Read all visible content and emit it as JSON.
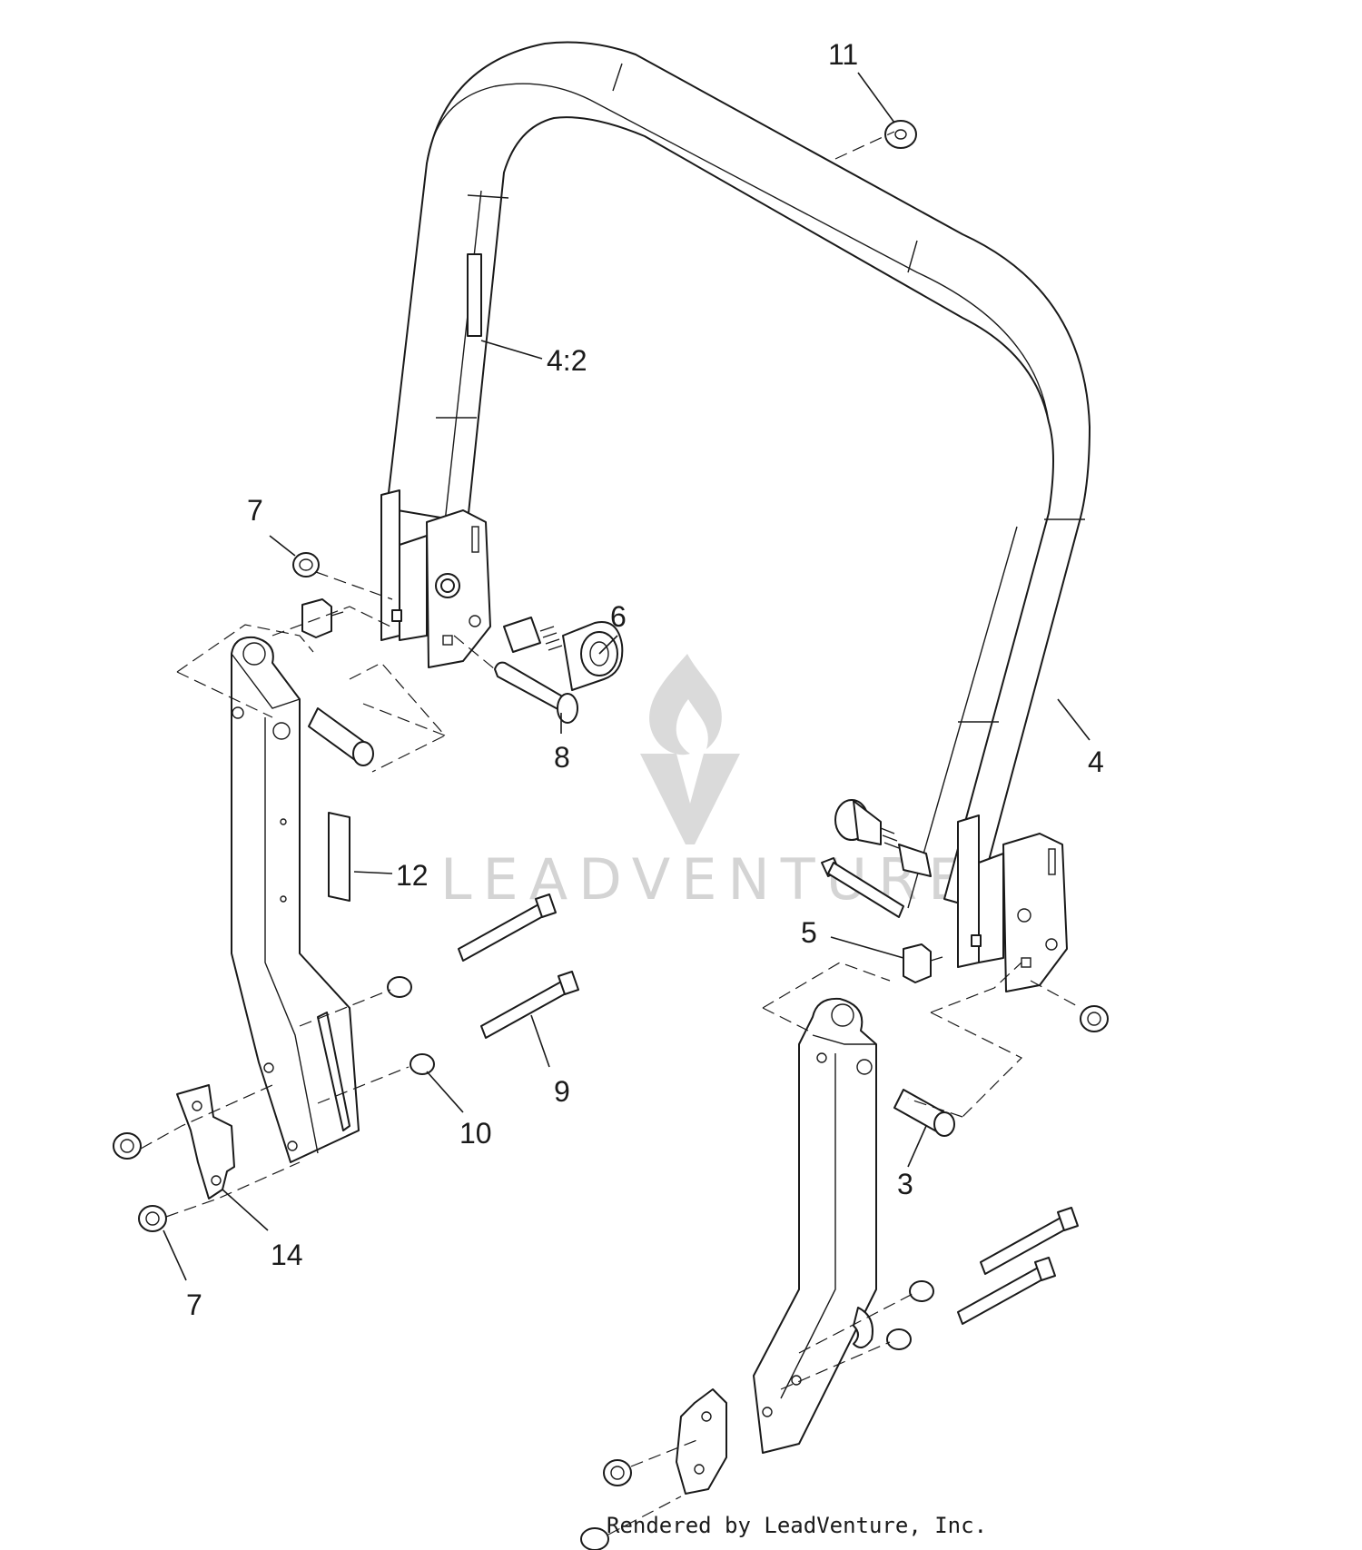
{
  "callouts": {
    "c11": "11",
    "c4_2": "4:2",
    "c7_top": "7",
    "c6": "6",
    "c8": "8",
    "c4": "4",
    "c12": "12",
    "c5": "5",
    "c9": "9",
    "c10": "10",
    "c3": "3",
    "c14": "14",
    "c7_bottom": "7"
  },
  "watermark": {
    "text": "LEADVENTURE"
  },
  "footer": {
    "credit": "Rendered by LeadVenture, Inc."
  },
  "colors": {
    "line": "#1a1a1a",
    "watermark": "#d4d4d4"
  }
}
